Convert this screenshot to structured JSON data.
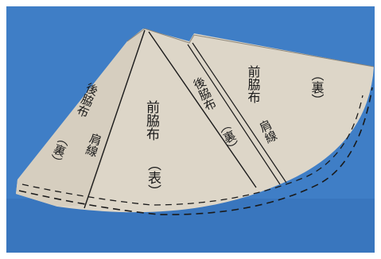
{
  "photo": {
    "colors": {
      "background": "#3f7ec6",
      "background_dark": "#2f68b0",
      "fabric": "#ddd6c8",
      "fabric_shade": "#cfc6b6",
      "ink": "#1a1a1a",
      "frame": "#ffffff"
    },
    "panels": [
      {
        "id": "back-side-left",
        "label_vertical": "後脇布",
        "label_paren": "（裏）",
        "line_label": "肩線"
      },
      {
        "id": "front-side-outer",
        "label_vertical": "前脇布",
        "label_paren": "（表）"
      },
      {
        "id": "back-side-right",
        "label_vertical": "後脇布",
        "label_paren": "（裏）",
        "line_label": "肩線"
      },
      {
        "id": "front-side-inner",
        "label_vertical": "前脇布",
        "label_paren": "（裏）"
      }
    ]
  }
}
